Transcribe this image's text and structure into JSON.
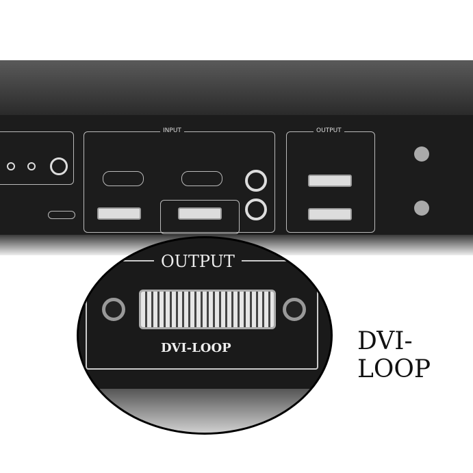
{
  "zoom_callout": {
    "title": "OUTPUT",
    "connector_label": "DVI-LOOP"
  },
  "side_label": "DVI-LOOP",
  "panel_labels": {
    "input": "INPUT",
    "output": "OUTPUT"
  }
}
